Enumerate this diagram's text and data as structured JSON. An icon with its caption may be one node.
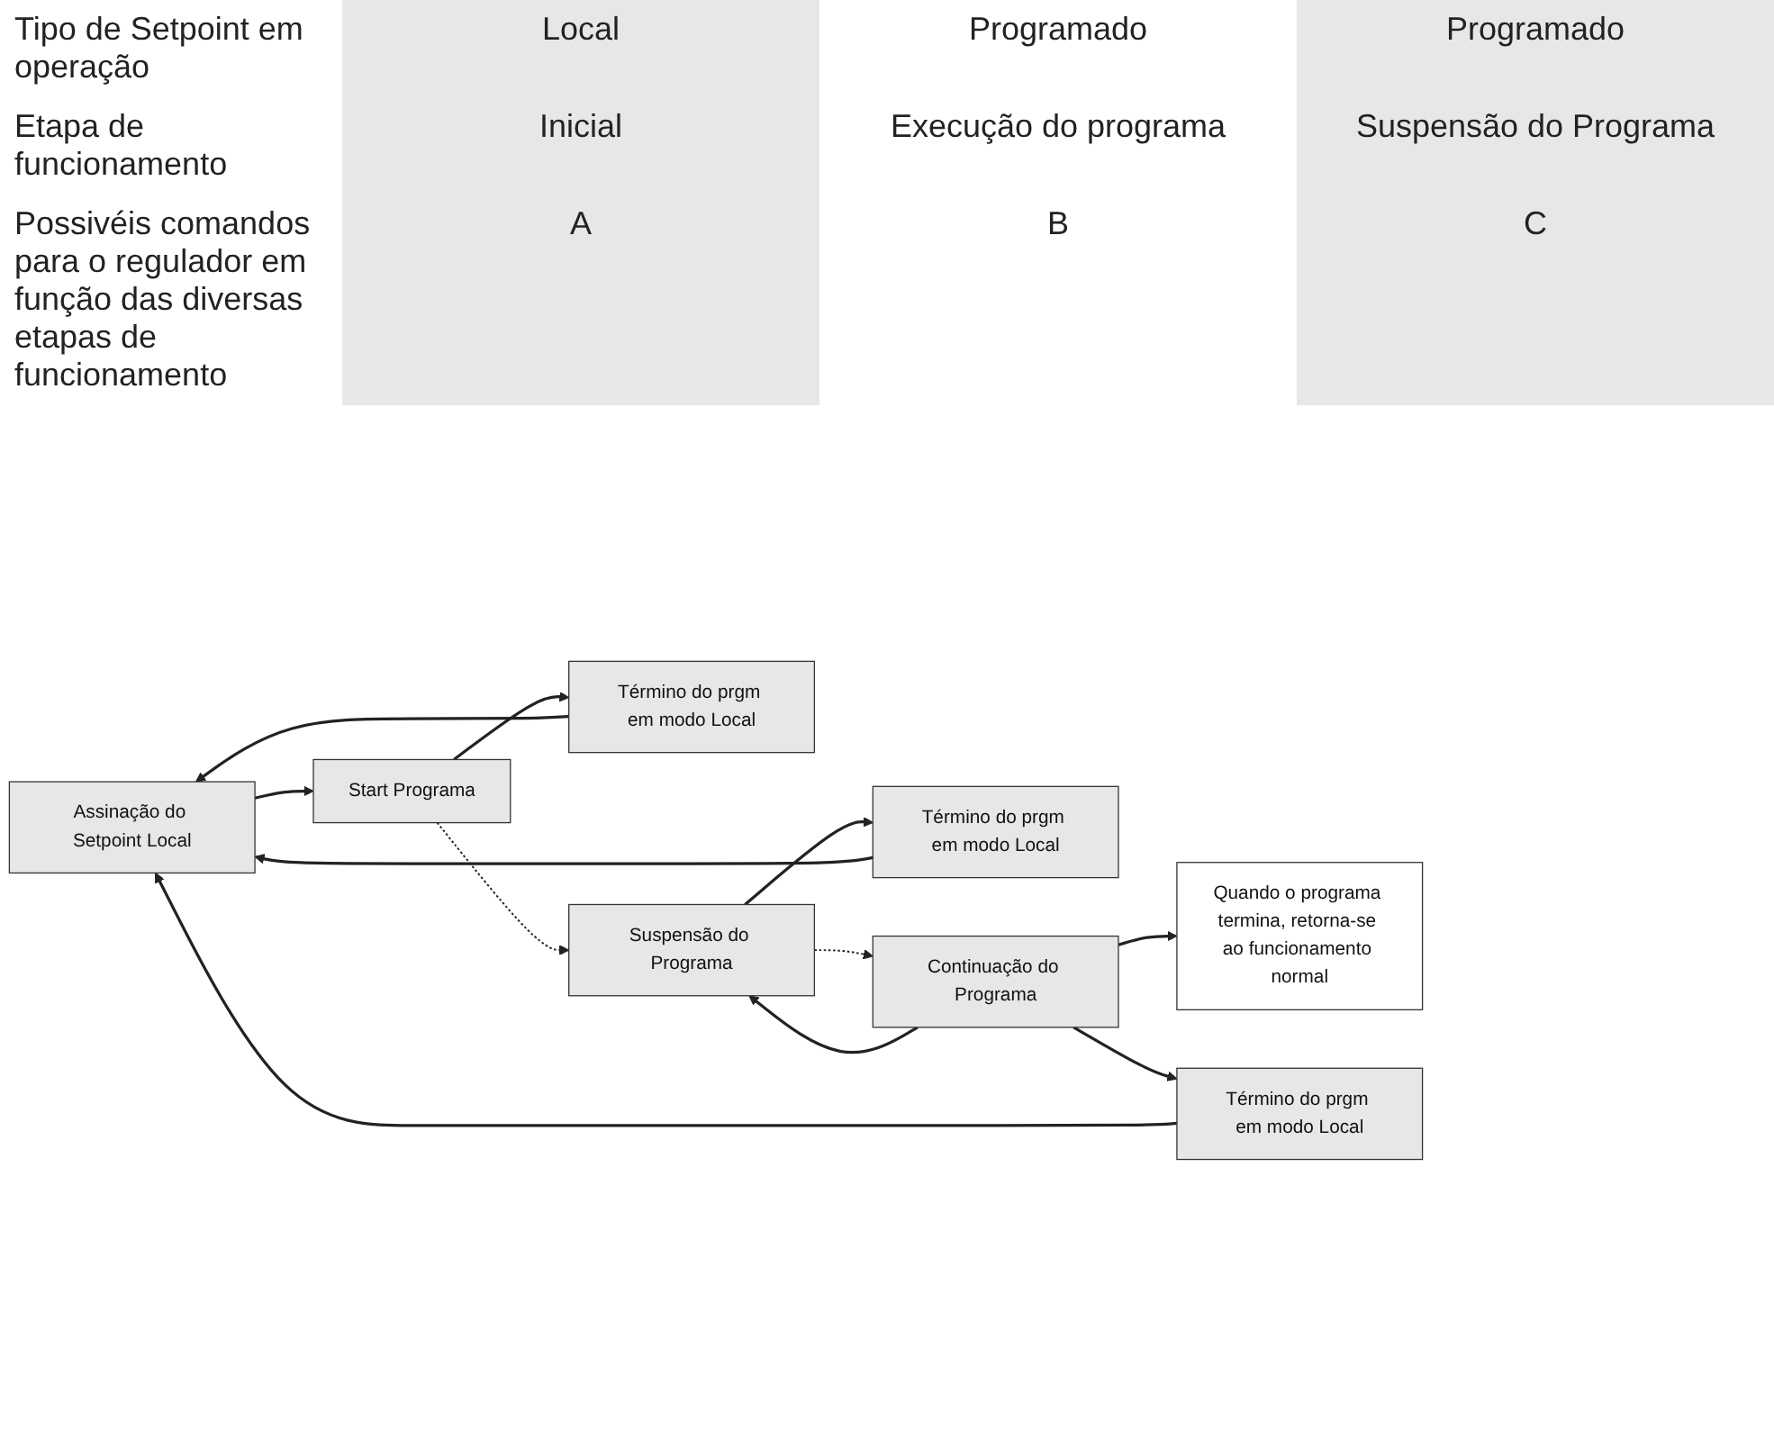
{
  "diagram": {
    "nodes": [
      {
        "text": [
          "Assinação do Setpoint Local"
        ]
      },
      {
        "text": [
          "Start Programa"
        ]
      },
      {
        "text": [
          "Término do prgm em modo Local"
        ]
      },
      {
        "text": [
          "Suspensão do Programa"
        ]
      },
      {
        "text": [
          "Término do prgm em modo Local"
        ]
      },
      {
        "text": [
          "Continuação do Programa"
        ]
      },
      {
        "text": [
          "Término do prgm em modo Local"
        ]
      },
      {
        "text": [
          "Quando o programa termina, retorna-se ao funcionamento normal"
        ]
      }
    ],
    "edges": [
      {
        "from": 0,
        "to": 1,
        "arrow": "to"
      },
      {
        "from": 1,
        "to": 3,
        "arrow": "to",
        "style": "dashed"
      },
      {
        "from": 3,
        "to": 5,
        "arrow": "to",
        "style": "dashed"
      },
      {
        "from": 5,
        "to": 7,
        "arrow": "to"
      },
      {
        "from": 1,
        "to": 2,
        "arrow": "to"
      },
      {
        "from": 3,
        "to": 4,
        "arrow": "to"
      },
      {
        "from": 5,
        "to": 6,
        "arrow": "to"
      },
      {
        "from": 5,
        "to": 3,
        "arrow": "to"
      },
      {
        "from": 2,
        "to": 0,
        "arrow": "to"
      },
      {
        "from": 4,
        "to": 0,
        "arrow": "to"
      },
      {
        "from": 6,
        "to": 0,
        "arrow": "to"
      }
    ],
    "labels": [
      "Tipo de Setpoint em operação",
      "Local",
      "Programado",
      "Programado",
      "Etapa de funcionamento",
      "Inicial",
      "Execução do programa",
      "Suspensão do Programa",
      "Possivéis comandos para o regulador em função das diversas etapas de funcionamento",
      "A",
      "B",
      "C"
    ]
  }
}
